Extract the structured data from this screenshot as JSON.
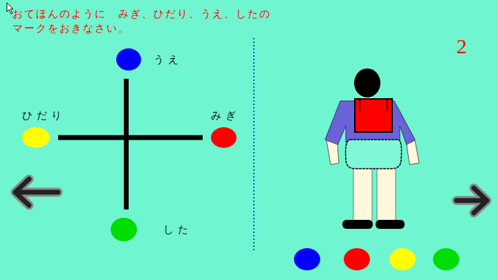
{
  "diagram": {
    "title": "おてほんのように　みぎ、ひだり、うえ、したの マークをおきなさい。",
    "nodes": [
      {
        "text": [
          "うえ"
        ]
      },
      {
        "text": [
          "ひだり"
        ]
      },
      {
        "text": [
          "みぎ"
        ]
      },
      {
        "text": [
          "した"
        ]
      }
    ],
    "edges": [
      {
        "from": 0,
        "to": 3,
        "arrow": "none"
      },
      {
        "from": 1,
        "to": 2,
        "arrow": "none"
      }
    ],
    "labels": [
      "2"
    ]
  }
}
